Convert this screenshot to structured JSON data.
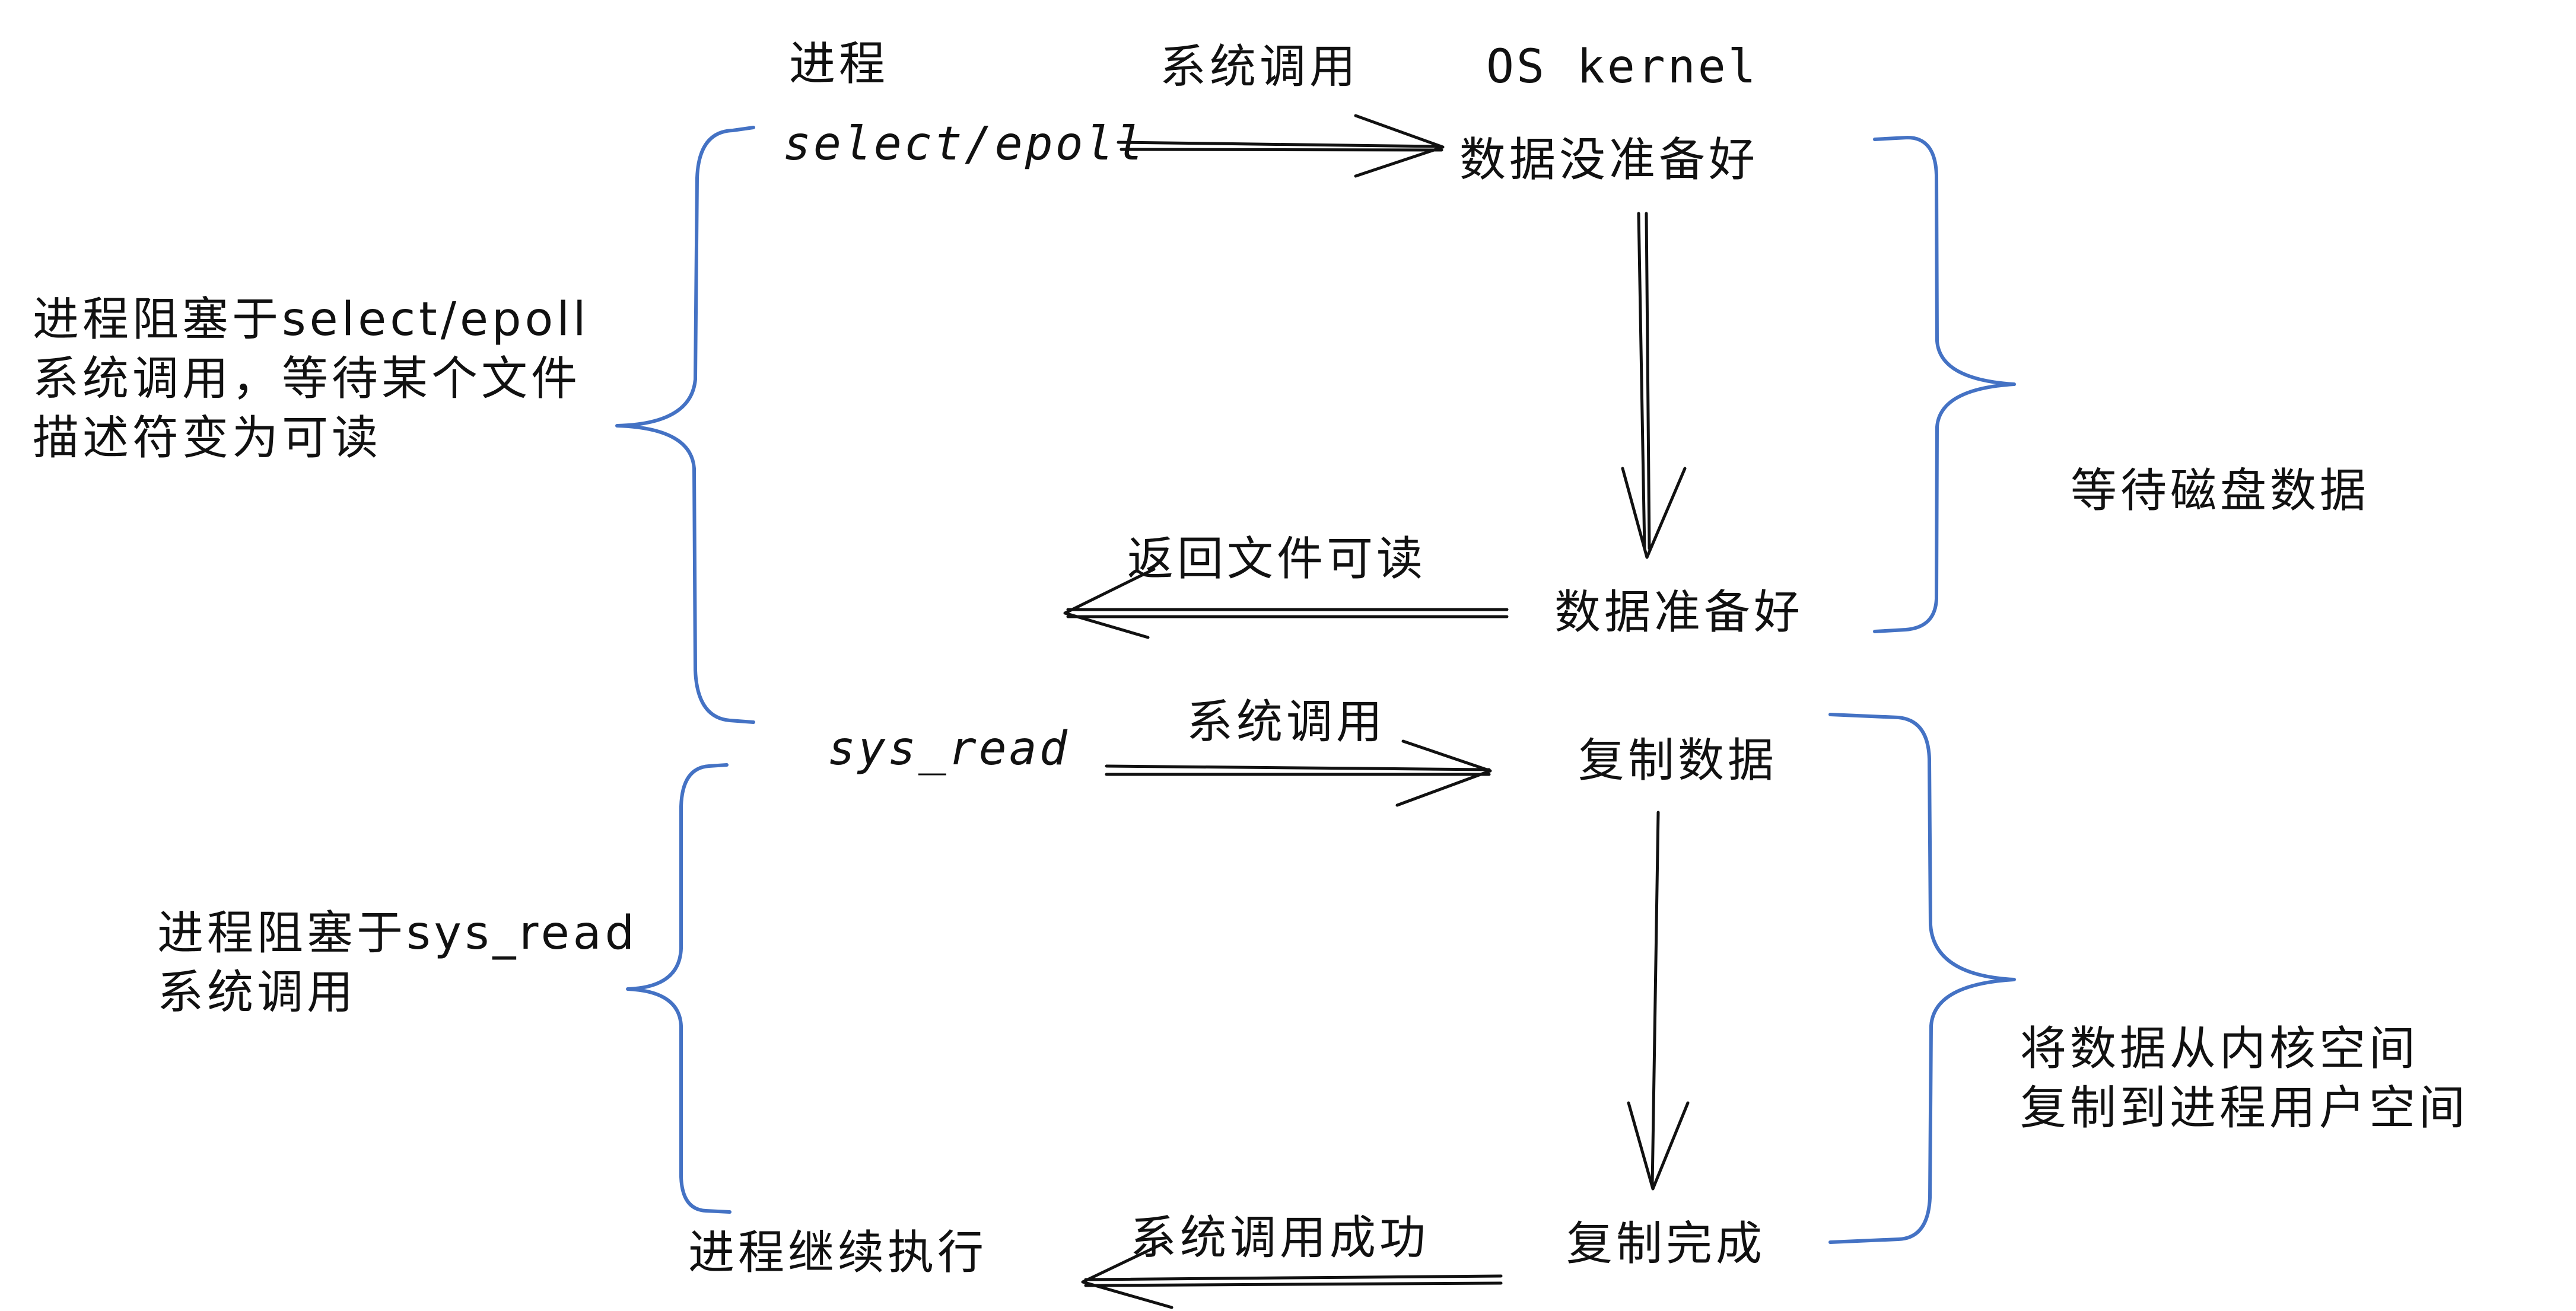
{
  "colors": {
    "brace": "#4472c4",
    "ink": "#111111",
    "background": "#ffffff"
  },
  "header": {
    "process": "进程",
    "syscall": "系统调用",
    "kernel": "OS kernel"
  },
  "flow": {
    "select_epoll": "select/epoll",
    "data_not_ready": "数据没准备好",
    "return_readable": "返回文件可读",
    "data_ready": "数据准备好",
    "sys_read": "sys_read",
    "syscall_2": "系统调用",
    "copy_data": "复制数据",
    "copy_done": "复制完成",
    "syscall_success": "系统调用成功",
    "process_continue": "进程继续执行"
  },
  "notes": {
    "left_top": [
      "进程阻塞于select/epoll",
      "系统调用，等待某个文件",
      "描述符变为可读"
    ],
    "left_bottom": [
      "进程阻塞于sys_read",
      "系统调用"
    ],
    "right_top": "等待磁盘数据",
    "right_bottom": [
      "将数据从内核空间",
      "复制到进程用户空间"
    ]
  }
}
